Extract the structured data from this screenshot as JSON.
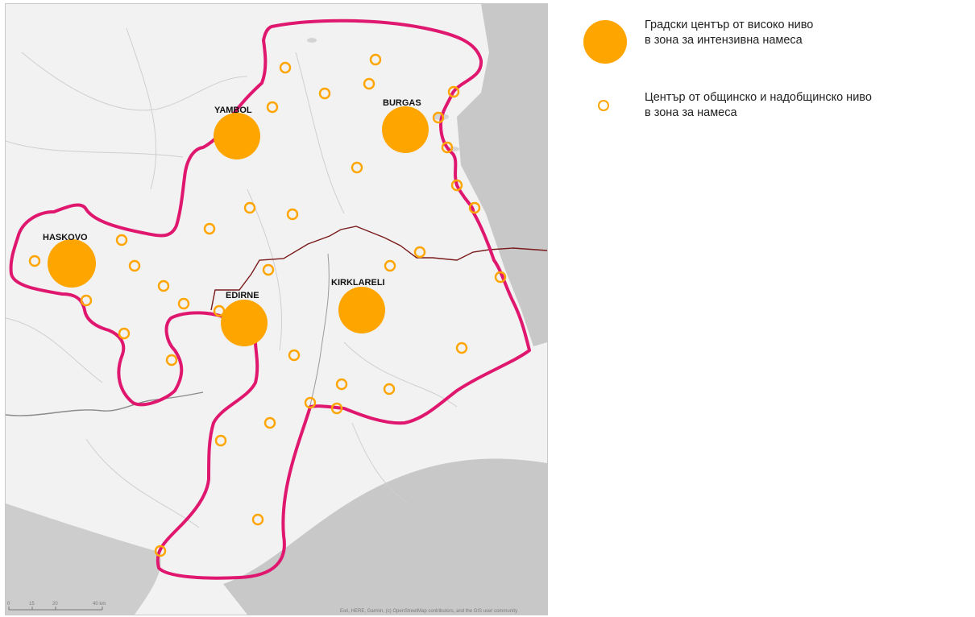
{
  "map": {
    "cities": [
      {
        "name": "YAMBOL"
      },
      {
        "name": "BURGAS"
      },
      {
        "name": "HASKOVO"
      },
      {
        "name": "EDIRNE"
      },
      {
        "name": "KIRKLARELI"
      }
    ],
    "colors": {
      "zone_outline": "#E0176E",
      "high_level_center": "#FFA500",
      "municipal_center": "#FFA500",
      "border_bg_tr": "#7A1A1A",
      "sea": "#C8C8C8",
      "land": "#F2F2F2"
    },
    "scale_bar": {
      "labels": [
        "0",
        "15",
        "20",
        "40 km"
      ]
    },
    "attribution": "Esri, HERE, Garmin, (c) OpenStreetMap contributors, and the GIS user community"
  },
  "legend": {
    "items": [
      {
        "line1": "Градски център от високо ниво",
        "line2": "в зона за интензивна намеса",
        "symbol": "large-orange-circle"
      },
      {
        "line1": "Център от общинско и надобщинско ниво",
        "line2": "в зона за намеса",
        "symbol": "small-orange-ring"
      }
    ]
  }
}
